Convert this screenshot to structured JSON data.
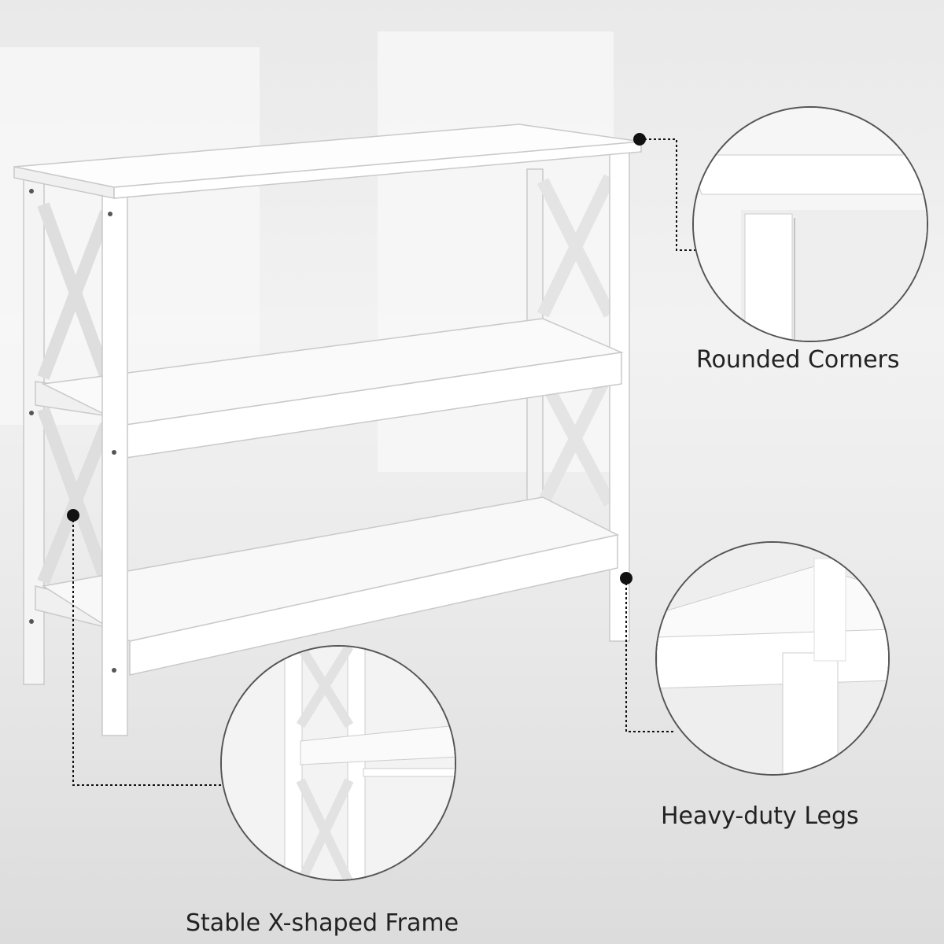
{
  "features": [
    {
      "label": "Rounded Corners",
      "detail": "top-edge"
    },
    {
      "label": "Heavy-duty Legs",
      "detail": "leg"
    },
    {
      "label": "Stable X-shaped Frame",
      "detail": "x-frame"
    }
  ],
  "colors": {
    "furniture": "#ffffff",
    "shadow": "#d8d8d8",
    "callout": "#111111"
  }
}
